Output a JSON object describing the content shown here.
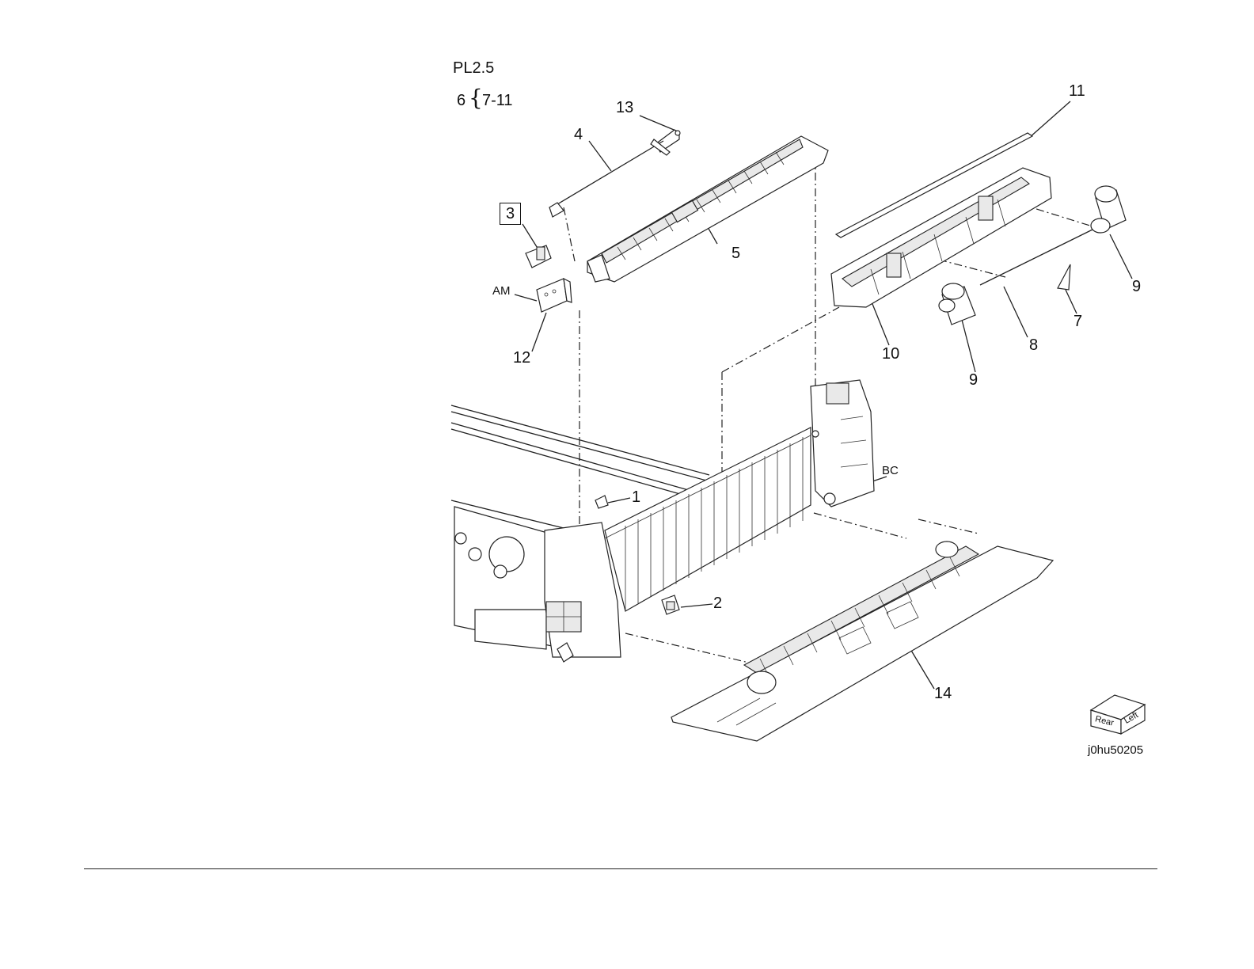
{
  "header": {
    "plate_id": "PL2.5",
    "group_prefix": "6",
    "group_brace": "{",
    "group_range": "7-11"
  },
  "callouts": {
    "c1": "1",
    "c2": "2",
    "c3": "3",
    "c4": "4",
    "c5": "5",
    "c7": "7",
    "c8": "8",
    "c9a": "9",
    "c9b": "9",
    "c10": "10",
    "c11": "11",
    "c12": "12",
    "c13": "13",
    "c14": "14"
  },
  "connectors": {
    "am": "AM",
    "bc": "BC"
  },
  "orientation_cube": {
    "face_a": "Rear",
    "face_b": "Left"
  },
  "image_id": "j0hu50205"
}
